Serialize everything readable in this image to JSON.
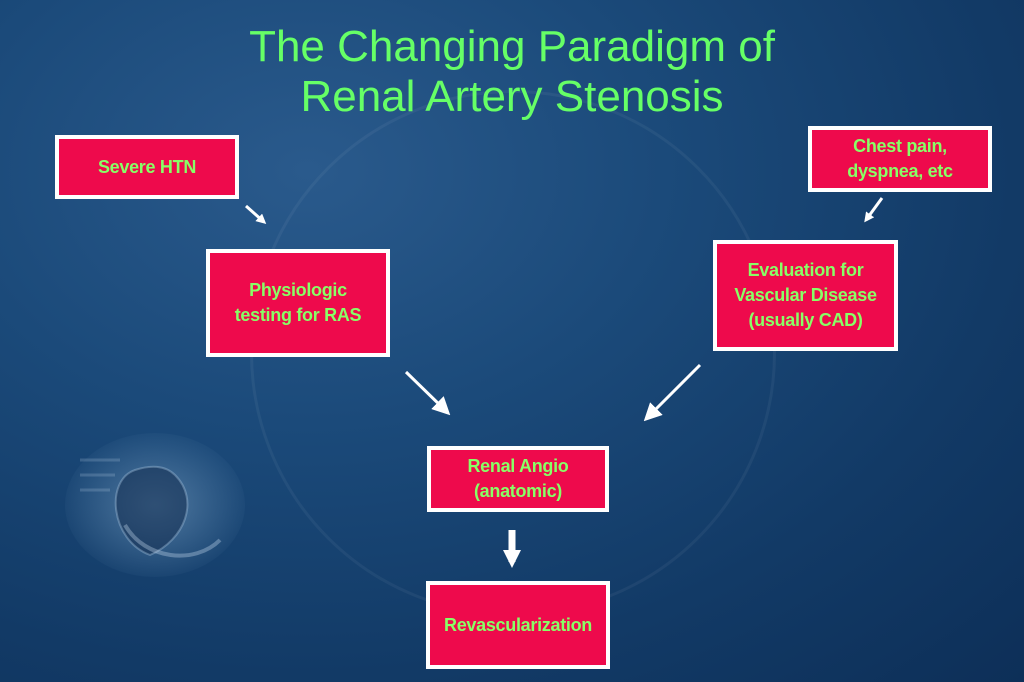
{
  "slide": {
    "title_line1": "The Changing Paradigm of",
    "title_line2": "Renal Artery Stenosis"
  },
  "boxes": {
    "severe_htn": "Severe HTN",
    "chest_pain": "Chest pain,\ndyspnea, etc",
    "physiologic_testing": "Physiologic\ntesting for RAS",
    "evaluation_vascular": "Evaluation for\nVascular Disease\n(usually CAD)",
    "renal_angio": "Renal Angio\n(anatomic)",
    "revascularization": "Revascularization"
  },
  "colors": {
    "title": "#66ff66",
    "box_fill": "#ee0a4c",
    "box_text": "#88ff66",
    "box_border": "#ffffff",
    "arrow": "#ffffff"
  }
}
